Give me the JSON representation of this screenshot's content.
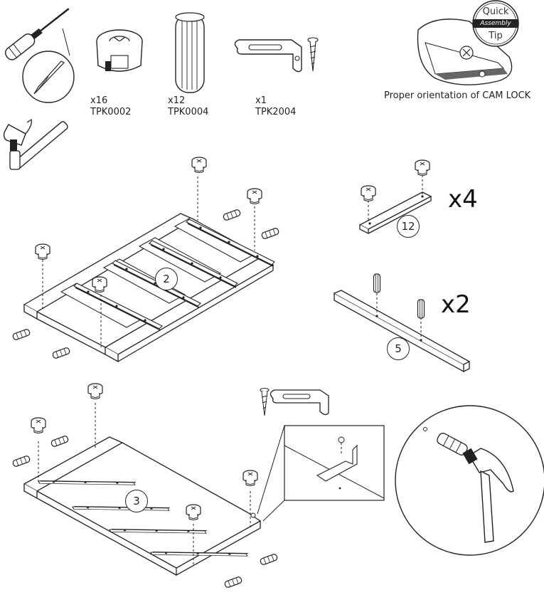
{
  "hardware": {
    "cam_lock": {
      "qty": "x16",
      "code": "TPK0002"
    },
    "dowel": {
      "qty": "x12",
      "code": "TPK0004"
    },
    "bracket": {
      "qty": "x1",
      "code": "TPK2004"
    }
  },
  "tip": {
    "badge_top": "Quick",
    "badge_middle": "Assembly",
    "badge_bottom": "Tip",
    "caption": "Proper orientation of CAM LOCK"
  },
  "callouts": {
    "panel_2": "2",
    "panel_12": "12",
    "panel_5": "5",
    "panel_3": "3"
  },
  "multipliers": {
    "panel_12": "x4",
    "panel_5": "x2"
  },
  "tools": [
    "screwdriver-icon",
    "hammer-icon"
  ]
}
